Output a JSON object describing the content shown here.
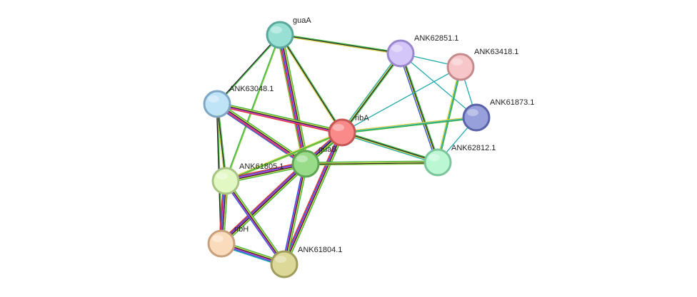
{
  "nodes": [
    {
      "id": "guaA",
      "label": "guaA",
      "fill": "#98e0d4",
      "stroke": "#5aa89b"
    },
    {
      "id": "ANK62851.1",
      "label": "ANK62851.1",
      "fill": "#d4c6f8",
      "stroke": "#9a86cc"
    },
    {
      "id": "ANK63418.1",
      "label": "ANK63418.1",
      "fill": "#f6c6c8",
      "stroke": "#c58a8c"
    },
    {
      "id": "ANK63048.1",
      "label": "ANK63048.1",
      "fill": "#bfe4f7",
      "stroke": "#7da7c4"
    },
    {
      "id": "ANK61873.1",
      "label": "ANK61873.1",
      "fill": "#98a0dc",
      "stroke": "#5a62a8"
    },
    {
      "id": "ribA",
      "label": "ribA",
      "fill": "#fa8a8a",
      "stroke": "#c45656"
    },
    {
      "id": "guaB",
      "label": "guaB",
      "fill": "#98dc8a",
      "stroke": "#5fa452"
    },
    {
      "id": "ANK62812.1",
      "label": "ANK62812.1",
      "fill": "#bcf7d4",
      "stroke": "#7cc49a"
    },
    {
      "id": "ANK61805.1",
      "label": "ANK61805.1",
      "fill": "#e2f8c2",
      "stroke": "#a8c482"
    },
    {
      "id": "ribH",
      "label": "ribH",
      "fill": "#fadcbc",
      "stroke": "#c8a07c"
    },
    {
      "id": "ANK61804.1",
      "label": "ANK61804.1",
      "fill": "#dcd898",
      "stroke": "#a09c5c"
    }
  ],
  "edges": [
    {
      "source": "guaA",
      "target": "ribA",
      "colors": [
        "#3bb33b",
        "#222222",
        "#d4d44a"
      ]
    },
    {
      "source": "guaA",
      "target": "guaB",
      "colors": [
        "#3bb33b",
        "#d4d44a",
        "#222222",
        "#cc33cc",
        "#3355dd",
        "#dd3333",
        "#88bb33"
      ]
    },
    {
      "source": "guaA",
      "target": "ANK63048.1",
      "colors": [
        "#3bb33b",
        "#222222"
      ]
    },
    {
      "source": "guaA",
      "target": "ANK62851.1",
      "colors": [
        "#3bb33b",
        "#222222",
        "#d4d44a"
      ]
    },
    {
      "source": "guaA",
      "target": "ANK61805.1",
      "colors": [
        "#88cc44",
        "#3bb33b"
      ]
    },
    {
      "source": "ANK62851.1",
      "target": "ribA",
      "colors": [
        "#3bb33b",
        "#222222",
        "#d4d44a",
        "#22aaaa"
      ]
    },
    {
      "source": "ANK62851.1",
      "target": "ANK63418.1",
      "colors": [
        "#22aaaa"
      ]
    },
    {
      "source": "ANK62851.1",
      "target": "ANK61873.1",
      "colors": [
        "#22aaaa"
      ]
    },
    {
      "source": "ANK62851.1",
      "target": "ANK62812.1",
      "colors": [
        "#3bb33b",
        "#222222",
        "#d4d44a",
        "#3355dd"
      ]
    },
    {
      "source": "ANK63418.1",
      "target": "ribA",
      "colors": [
        "#22aaaa"
      ]
    },
    {
      "source": "ANK63418.1",
      "target": "ANK61873.1",
      "colors": [
        "#22aaaa"
      ]
    },
    {
      "source": "ANK63418.1",
      "target": "ANK62812.1",
      "colors": [
        "#3bb33b",
        "#22aaaa",
        "#d4d44a"
      ]
    },
    {
      "source": "ANK61873.1",
      "target": "ribA",
      "colors": [
        "#3bb33b",
        "#22aaaa",
        "#d4d44a"
      ]
    },
    {
      "source": "ANK61873.1",
      "target": "ANK62812.1",
      "colors": [
        "#22aaaa"
      ]
    },
    {
      "source": "ANK63048.1",
      "target": "ribA",
      "colors": [
        "#3bb33b",
        "#d4d44a",
        "#222222",
        "#cc33cc",
        "#dd3333"
      ]
    },
    {
      "source": "ANK63048.1",
      "target": "guaB",
      "colors": [
        "#3bb33b",
        "#d4d44a",
        "#222222",
        "#cc33cc",
        "#dd3333",
        "#3355dd"
      ]
    },
    {
      "source": "ANK63048.1",
      "target": "ANK61805.1",
      "colors": [
        "#3bb33b",
        "#222222",
        "#d4d44a"
      ]
    },
    {
      "source": "ANK63048.1",
      "target": "ribH",
      "colors": [
        "#3bb33b",
        "#222222"
      ]
    },
    {
      "source": "ribA",
      "target": "guaB",
      "colors": [
        "#3bb33b",
        "#d4d44a",
        "#222222",
        "#cc33cc",
        "#3355dd",
        "#dd3333"
      ]
    },
    {
      "source": "ribA",
      "target": "ANK62812.1",
      "colors": [
        "#3bb33b",
        "#222222",
        "#d4d44a",
        "#22aaaa"
      ]
    },
    {
      "source": "ribA",
      "target": "ANK61805.1",
      "colors": [
        "#88cc44",
        "#3bb33b",
        "#d4d44a"
      ]
    },
    {
      "source": "ribA",
      "target": "ANK61804.1",
      "colors": [
        "#3bb33b",
        "#d4d44a",
        "#222222",
        "#cc33cc",
        "#3355dd",
        "#dd3333"
      ]
    },
    {
      "source": "ribA",
      "target": "ribH",
      "colors": [
        "#3bb33b",
        "#d4d44a",
        "#222222"
      ]
    },
    {
      "source": "guaB",
      "target": "ANK62812.1",
      "colors": [
        "#3bb33b",
        "#d4d44a",
        "#222222",
        "#88cc44"
      ]
    },
    {
      "source": "guaB",
      "target": "ANK61805.1",
      "colors": [
        "#3bb33b",
        "#d4d44a",
        "#222222",
        "#cc33cc",
        "#3355dd",
        "#dd3333"
      ]
    },
    {
      "source": "guaB",
      "target": "ribH",
      "colors": [
        "#3bb33b",
        "#d4d44a",
        "#222222",
        "#cc33cc",
        "#3355dd",
        "#dd3333"
      ]
    },
    {
      "source": "guaB",
      "target": "ANK61804.1",
      "colors": [
        "#3bb33b",
        "#d4d44a",
        "#222222",
        "#cc33cc",
        "#3355dd"
      ]
    },
    {
      "source": "ANK61805.1",
      "target": "ribH",
      "colors": [
        "#3bb33b",
        "#d4d44a",
        "#222222",
        "#cc33cc",
        "#3355dd",
        "#dd3333"
      ]
    },
    {
      "source": "ANK61805.1",
      "target": "ANK61804.1",
      "colors": [
        "#3bb33b",
        "#d4d44a",
        "#222222",
        "#cc33cc",
        "#3355dd"
      ]
    },
    {
      "source": "ribH",
      "target": "ANK61804.1",
      "colors": [
        "#3bb33b",
        "#d4d44a",
        "#222222",
        "#cc33cc",
        "#3355dd",
        "#22aaaa"
      ]
    }
  ]
}
